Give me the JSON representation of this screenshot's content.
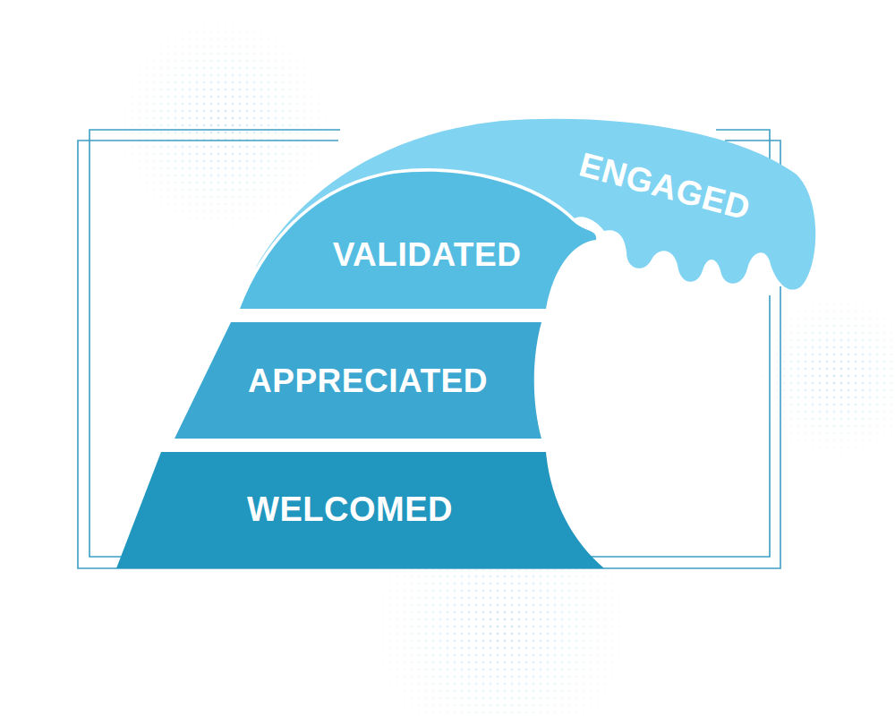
{
  "diagram": {
    "nodes": [
      {
        "text": [
          "ENGAGED"
        ]
      },
      {
        "text": [
          "VALIDATED"
        ]
      },
      {
        "text": [
          "APPRECIATED"
        ]
      },
      {
        "text": [
          "WELCOMED"
        ]
      }
    ]
  }
}
